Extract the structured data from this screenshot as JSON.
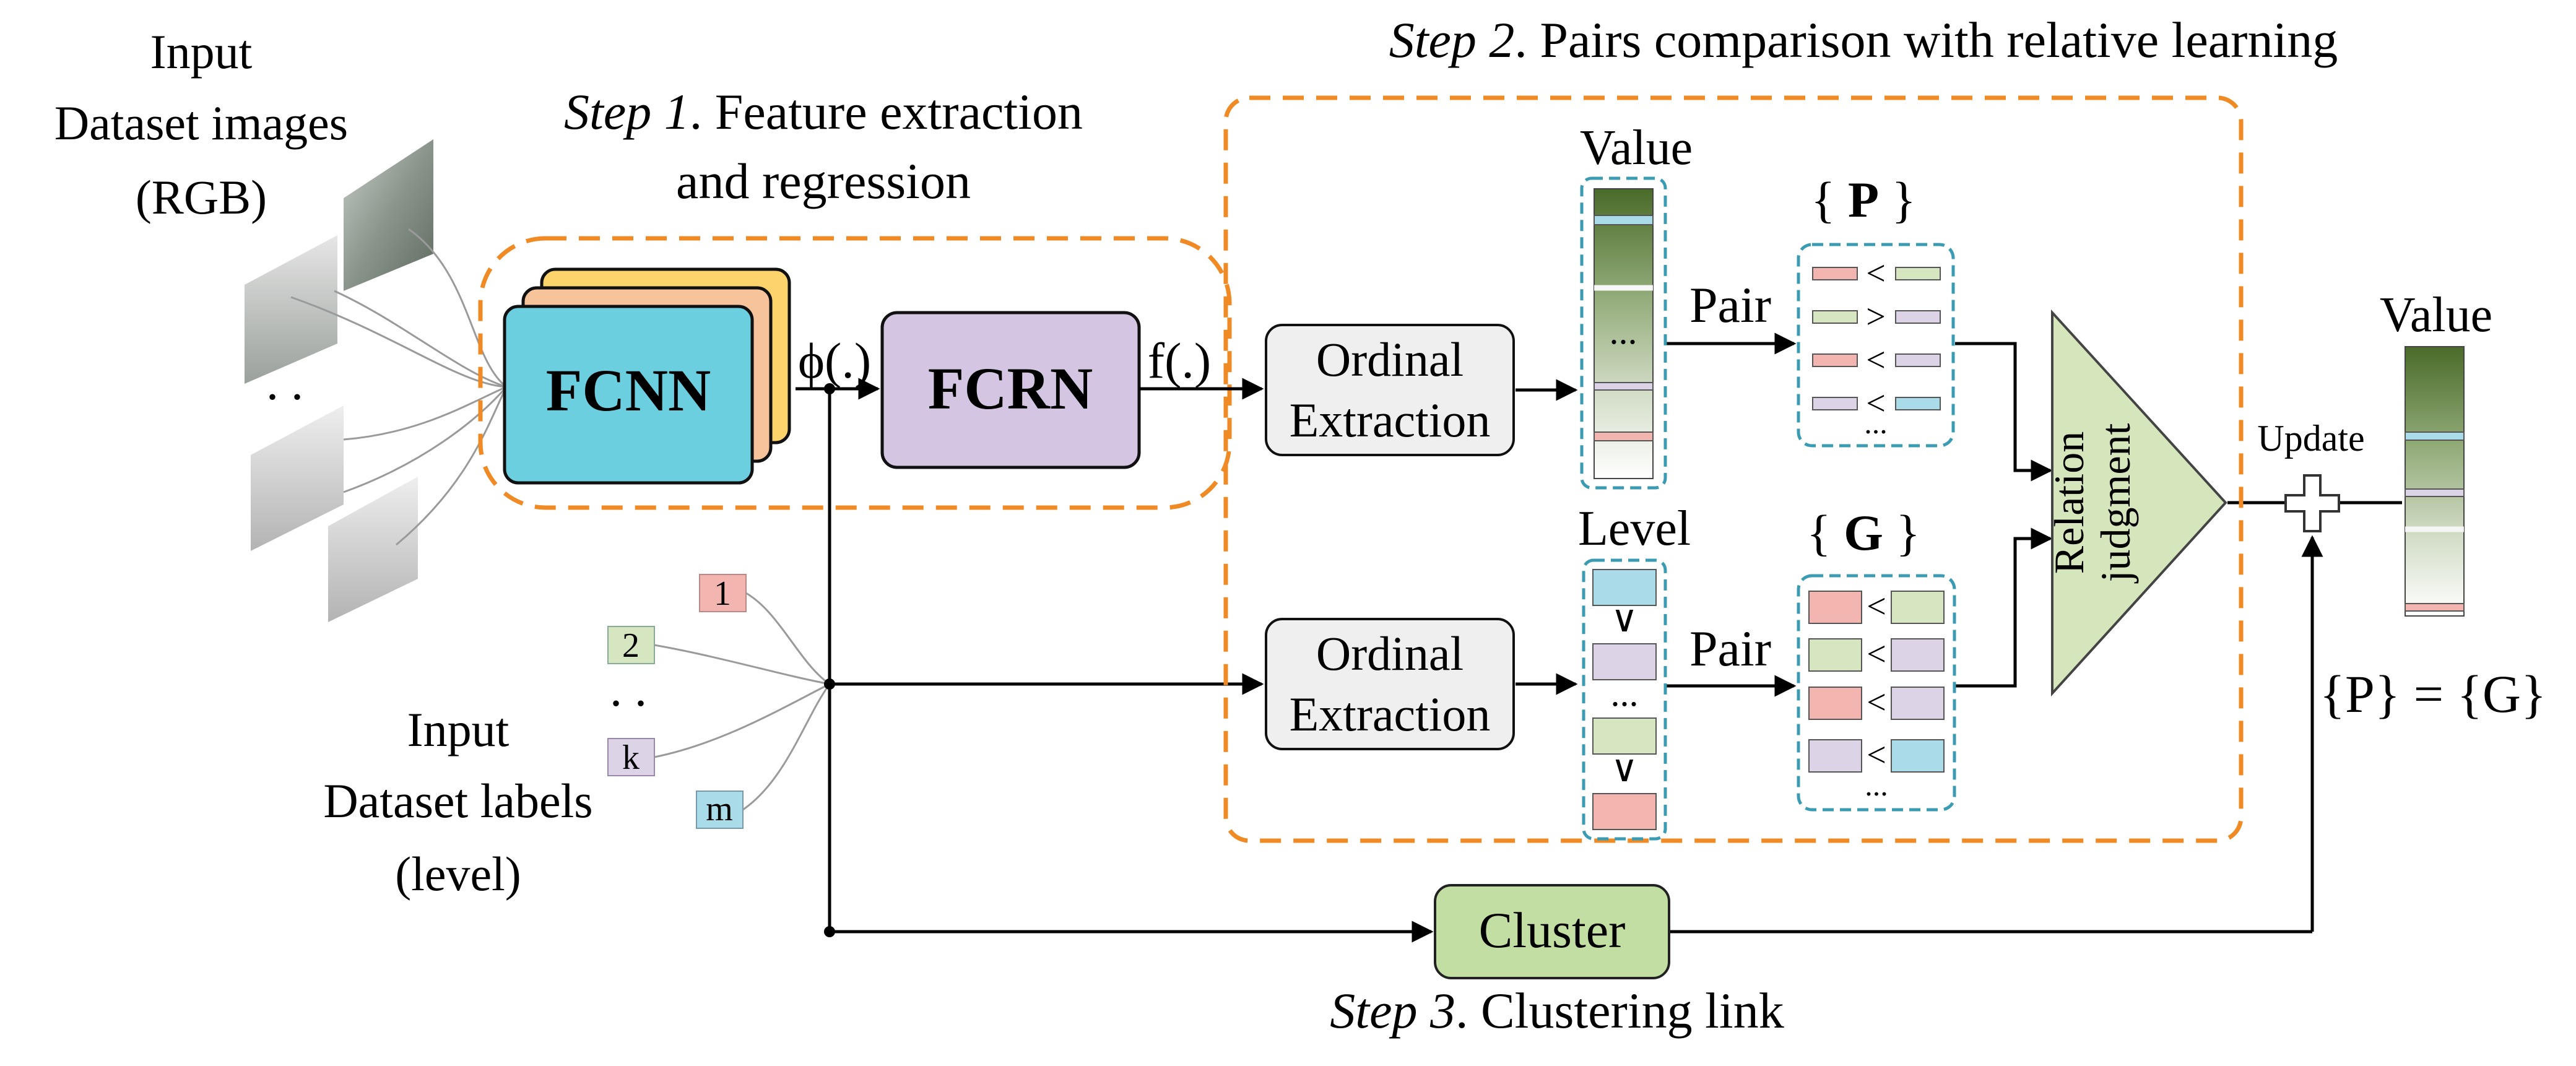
{
  "input_images": {
    "label_lines": [
      "Input",
      "Dataset images",
      "(RGB)"
    ],
    "ellipsis": ". ."
  },
  "input_labels": {
    "label_lines": [
      "Input",
      "Dataset labels",
      "(level)"
    ],
    "tags": [
      "1",
      "2",
      "k",
      "m"
    ],
    "ellipsis": ". ."
  },
  "step1": {
    "prefix": "Step 1",
    "title_line1": ". Feature extraction",
    "title_line2": "and regression",
    "fcnn_label": "FCNN",
    "fcrn_label": "FCRN",
    "phi_label": "ϕ(.)",
    "f_label": "f(.)"
  },
  "step2": {
    "prefix": "Step 2",
    "title": ". Pairs comparison with  relative learning",
    "ordinal_top": [
      "Ordinal",
      "Extraction"
    ],
    "ordinal_bottom": [
      "Ordinal",
      "Extraction"
    ],
    "value_label": "Value",
    "level_label": "Level",
    "pair_top": "Pair",
    "pair_bottom": "Pair",
    "P_set": [
      "{ ",
      "P",
      " }"
    ],
    "G_set": [
      "{ ",
      "G",
      " }"
    ],
    "P_ops": [
      "<",
      ">",
      "<",
      "<"
    ],
    "G_ops": [
      "<",
      "<",
      "<",
      "<"
    ],
    "level_ops": [
      "∨",
      "∨"
    ],
    "dots": "...",
    "relation_lines": [
      "Relation",
      "judgment"
    ]
  },
  "step3": {
    "prefix": "Step 3",
    "title": ". Clustering link",
    "cluster_label": "Cluster"
  },
  "output": {
    "update_label": "Update",
    "value_label": "Value",
    "equation": "{P} = {G}"
  },
  "colors": {
    "orange_dash": "#f08a24",
    "teal_dash": "#3a9bb3",
    "fcnn_fill": "#6ccfe0",
    "fcnn_back2": "#fdd36b",
    "fcnn_back1": "#f6c39b",
    "fcrn_fill": "#d4c6e2",
    "ordinal_fill": "#efefef",
    "cluster_fill": "#c2dea3",
    "relation_fill": "#d5e6bd",
    "tag_red": "#f2b5b0",
    "tag_green": "#d5e6c0",
    "tag_purple": "#dcd3e6",
    "tag_blue": "#a9dbe8"
  }
}
